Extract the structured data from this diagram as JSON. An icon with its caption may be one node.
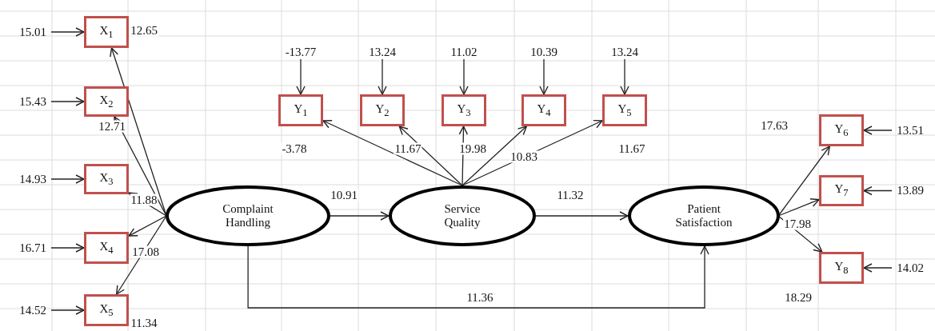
{
  "diagram": {
    "nodes": [
      {
        "text": [
          "X$_{1}$"
        ]
      },
      {
        "text": [
          "X$_{2}$"
        ]
      },
      {
        "text": [
          "X$_{3}$"
        ]
      },
      {
        "text": [
          "X$_{4}$"
        ]
      },
      {
        "text": [
          "X$_{5}$"
        ]
      },
      {
        "text": [
          "15.01"
        ]
      },
      {
        "text": [
          "15.43"
        ]
      },
      {
        "text": [
          "14.93"
        ]
      },
      {
        "text": [
          "16.71"
        ]
      },
      {
        "text": [
          "14.52"
        ]
      },
      {
        "text": [
          "Y$_{1}$"
        ]
      },
      {
        "text": [
          "Y$_{2}$"
        ]
      },
      {
        "text": [
          "Y$_{3}$"
        ]
      },
      {
        "text": [
          "Y$_{4}$"
        ]
      },
      {
        "text": [
          "Y$_{5}$"
        ]
      },
      {
        "text": [
          "-13.77"
        ]
      },
      {
        "text": [
          "13.24"
        ]
      },
      {
        "text": [
          "11.02"
        ]
      },
      {
        "text": [
          "10.39"
        ]
      },
      {
        "text": [
          "13.24"
        ]
      },
      {
        "text": [
          "Complaint Handling"
        ]
      },
      {
        "text": [
          "Service Quality"
        ]
      },
      {
        "text": [
          "Patient Satisfaction"
        ]
      },
      {
        "text": [
          "Y$_{6}$"
        ]
      },
      {
        "text": [
          "Y$_{7}$"
        ]
      },
      {
        "text": [
          "Y$_{8}$"
        ]
      },
      {
        "text": [
          "13.51"
        ]
      },
      {
        "text": [
          "13.89"
        ]
      },
      {
        "text": [
          "14.02"
        ]
      }
    ],
    "edges": [
      {
        "from": 5,
        "to": 0,
        "arrow": "to"
      },
      {
        "from": 6,
        "to": 1,
        "arrow": "to"
      },
      {
        "from": 7,
        "to": 2,
        "arrow": "to"
      },
      {
        "from": 8,
        "to": 3,
        "arrow": "to"
      },
      {
        "from": 9,
        "to": 4,
        "arrow": "to"
      },
      {
        "from": 15,
        "to": 10,
        "arrow": "to"
      },
      {
        "from": 16,
        "to": 11,
        "arrow": "to"
      },
      {
        "from": 17,
        "to": 12,
        "arrow": "to"
      },
      {
        "from": 18,
        "to": 13,
        "arrow": "to"
      },
      {
        "from": 19,
        "to": 14,
        "arrow": "to"
      },
      {
        "from": 26,
        "to": 23,
        "arrow": "to"
      },
      {
        "from": 27,
        "to": 24,
        "arrow": "to"
      },
      {
        "from": 28,
        "to": 25,
        "arrow": "to"
      },
      {
        "from": 20,
        "to": 0,
        "arrow": "to",
        "label": "12.65"
      },
      {
        "from": 20,
        "to": 1,
        "arrow": "to",
        "label": "12.71"
      },
      {
        "from": 20,
        "to": 2,
        "arrow": "to",
        "label": "11.88"
      },
      {
        "from": 20,
        "to": 3,
        "arrow": "to",
        "label": "17.08"
      },
      {
        "from": 20,
        "to": 4,
        "arrow": "to",
        "label": "11.34"
      },
      {
        "from": 21,
        "to": 10,
        "arrow": "to",
        "label": "-3.78"
      },
      {
        "from": 21,
        "to": 11,
        "arrow": "to",
        "label": "11.67"
      },
      {
        "from": 21,
        "to": 12,
        "arrow": "to",
        "label": "19.98"
      },
      {
        "from": 21,
        "to": 13,
        "arrow": "to",
        "label": "10.83"
      },
      {
        "from": 21,
        "to": 14,
        "arrow": "to",
        "label": "11.67"
      },
      {
        "from": 22,
        "to": 23,
        "arrow": "to",
        "label": "17.63"
      },
      {
        "from": 22,
        "to": 24,
        "arrow": "to",
        "label": "17.98"
      },
      {
        "from": 22,
        "to": 25,
        "arrow": "to",
        "label": "18.29"
      },
      {
        "from": 20,
        "to": 21,
        "arrow": "to",
        "label": "10.91"
      },
      {
        "from": 21,
        "to": 22,
        "arrow": "to",
        "label": "11.32"
      },
      {
        "from": 20,
        "to": 22,
        "arrow": "to",
        "label": "11.36"
      }
    ]
  }
}
